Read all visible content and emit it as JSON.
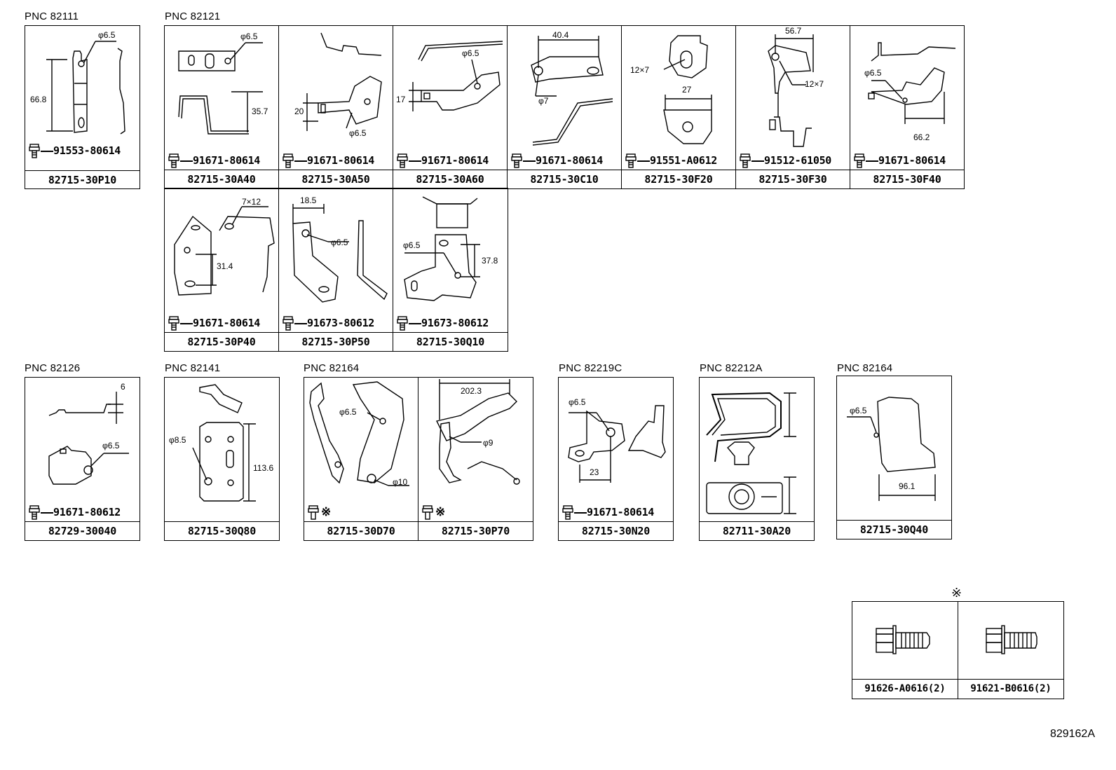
{
  "pnc_labels": {
    "g1": "PNC 82111",
    "g2": "PNC 82121",
    "g3": "PNC 82126",
    "g4": "PNC 82141",
    "g5": "PNC 82164",
    "g6": "PNC 82219C",
    "g7": "PNC 82212A",
    "g8": "PNC 82164"
  },
  "cells": {
    "p10": {
      "bolt": "91553-80614",
      "part": "82715-30P10",
      "dims": [
        "φ6.5",
        "66.8"
      ]
    },
    "a40": {
      "bolt": "91671-80614",
      "part": "82715-30A40",
      "dims": [
        "φ6.5",
        "35.7"
      ]
    },
    "a50": {
      "bolt": "91671-80614",
      "part": "82715-30A50",
      "dims": [
        "20",
        "φ6.5"
      ]
    },
    "a60": {
      "bolt": "91671-80614",
      "part": "82715-30A60",
      "dims": [
        "φ6.5",
        "17"
      ]
    },
    "c10": {
      "bolt": "91671-80614",
      "part": "82715-30C10",
      "dims": [
        "40.4",
        "φ7"
      ]
    },
    "f20": {
      "bolt": "91551-A0612",
      "part": "82715-30F20",
      "dims": [
        "12×7",
        "27"
      ]
    },
    "f30": {
      "bolt": "91512-61050",
      "part": "82715-30F30",
      "dims": [
        "56.7",
        "12×7"
      ]
    },
    "f40": {
      "bolt": "91671-80614",
      "part": "82715-30F40",
      "dims": [
        "φ6.5",
        "66.2"
      ]
    },
    "p40": {
      "bolt": "91671-80614",
      "part": "82715-30P40",
      "dims": [
        "7×12",
        "31.4"
      ]
    },
    "p50": {
      "bolt": "91673-80612",
      "part": "82715-30P50",
      "dims": [
        "18.5",
        "φ6.5"
      ]
    },
    "q10": {
      "bolt": "91673-80612",
      "part": "82715-30Q10",
      "dims": [
        "φ6.5",
        "37.8"
      ]
    },
    "c40": {
      "bolt": "91671-80612",
      "part": "82729-30040",
      "dims": [
        "6",
        "φ6.5"
      ]
    },
    "q80": {
      "part": "82715-30Q80",
      "dims": [
        "φ8.5",
        "113.6"
      ]
    },
    "d70": {
      "bolt": "※",
      "part": "82715-30D70",
      "dims": [
        "φ6.5",
        "φ10"
      ]
    },
    "p70": {
      "bolt": "※",
      "part": "82715-30P70",
      "dims": [
        "202.3",
        "φ9"
      ]
    },
    "n20": {
      "bolt": "91671-80614",
      "part": "82715-30N20",
      "dims": [
        "φ6.5",
        "23"
      ]
    },
    "a20": {
      "part": "82711-30A20"
    },
    "q40": {
      "part": "82715-30Q40",
      "dims": [
        "φ6.5",
        "96.1"
      ]
    }
  },
  "legend": {
    "mark": "※",
    "items": [
      {
        "part": "91626-A0616(2)"
      },
      {
        "part": "91621-B0616(2)"
      }
    ]
  },
  "diagram_id": "829162A"
}
